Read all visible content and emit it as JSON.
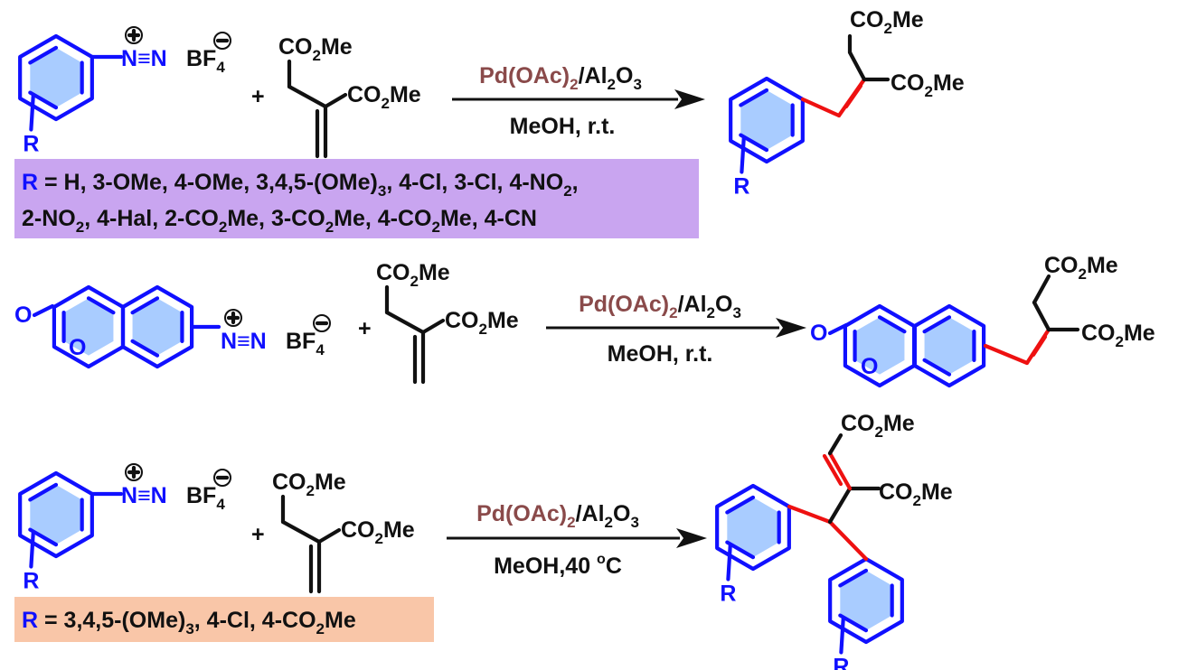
{
  "colors": {
    "ring_blue": "#1010ff",
    "ring_fill": "#a9ccff",
    "new_bond_red": "#ee1111",
    "catalyst_brown": "#8a4a4a",
    "box_purple": "#c9a5f0",
    "box_peach": "#f9c6a8"
  },
  "labels": {
    "R": "R",
    "O": "O",
    "plus": "+",
    "N2": "N≡N",
    "BF": "BF",
    "sub4": "4",
    "sub2": "2",
    "CO": "CO",
    "Me": "Me",
    "plus_charge": "+",
    "minus_charge": "−"
  },
  "reactions": [
    {
      "catalyst": {
        "pd": "Pd(OAc)",
        "pd_sub": "2",
        "al": "/Al",
        "al_sub": "2",
        "o": "O",
        "o_sub": "3"
      },
      "conditions": "MeOH, r.t.",
      "box": {
        "line1": [
          {
            "t": "R",
            "s": "n",
            "c": "blue"
          },
          {
            "t": " = H, 3-OMe, 4-OMe, 3,4,5-(OMe)",
            "s": "n"
          },
          {
            "t": "3",
            "s": "sub"
          },
          {
            "t": ", 4-Cl, 3-Cl, 4-NO",
            "s": "n"
          },
          {
            "t": "2",
            "s": "sub"
          },
          {
            "t": ",",
            "s": "n"
          }
        ],
        "line2": [
          {
            "t": "2-NO",
            "s": "n"
          },
          {
            "t": "2",
            "s": "sub"
          },
          {
            "t": ", 4-Hal,  2-CO",
            "s": "n"
          },
          {
            "t": "2",
            "s": "sub"
          },
          {
            "t": "Me, 3-CO",
            "s": "n"
          },
          {
            "t": "2",
            "s": "sub"
          },
          {
            "t": "Me, 4-CO",
            "s": "n"
          },
          {
            "t": "2",
            "s": "sub"
          },
          {
            "t": "Me, 4-CN",
            "s": "n"
          }
        ]
      }
    },
    {
      "catalyst": {
        "pd": "Pd(OAc)",
        "pd_sub": "2",
        "al": "/Al",
        "al_sub": "2",
        "o": "O",
        "o_sub": "3"
      },
      "conditions": "MeOH, r.t."
    },
    {
      "catalyst": {
        "pd": "Pd(OAc)",
        "pd_sub": "2",
        "al": "/Al",
        "al_sub": "2",
        "o": "O",
        "o_sub": "3"
      },
      "conditions_pre": "MeOH,40 ",
      "conditions_sup": "o",
      "conditions_post": "C",
      "box": {
        "line1": [
          {
            "t": "R",
            "s": "n",
            "c": "blue"
          },
          {
            "t": " = 3,4,5-(OMe)",
            "s": "n"
          },
          {
            "t": "3",
            "s": "sub"
          },
          {
            "t": ", 4-Cl, 4-CO",
            "s": "n"
          },
          {
            "t": "2",
            "s": "sub"
          },
          {
            "t": "Me",
            "s": "n"
          }
        ]
      }
    }
  ]
}
